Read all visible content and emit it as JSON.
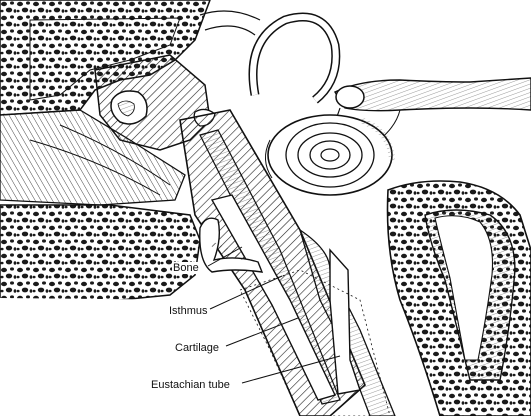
{
  "labels": {
    "bone": "Bone",
    "isthmus": "Isthmus",
    "cartilage": "Cartilage",
    "eustachian_tube": "Eustachian tube"
  }
}
